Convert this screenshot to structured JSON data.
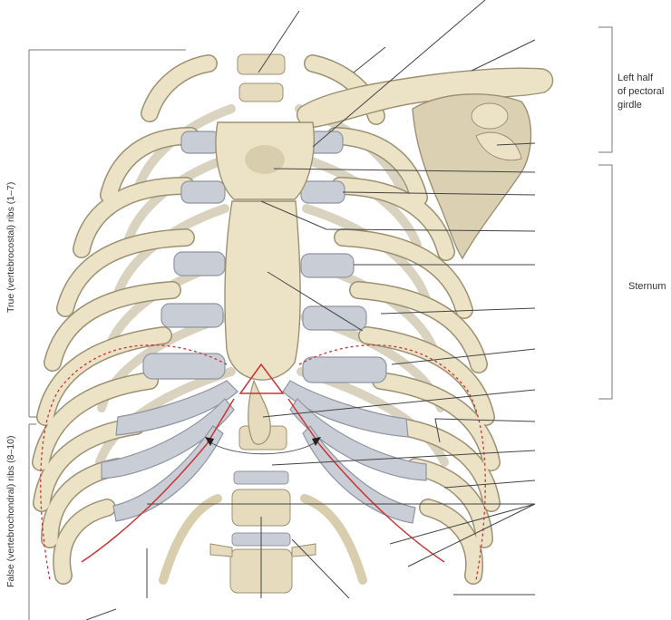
{
  "labels": {
    "pectoral_line1": "Left half",
    "pectoral_line2": "of pectoral",
    "pectoral_line3": "girdle",
    "sternum": "Sternum",
    "true_ribs": "True (vertebrocostal) ribs (1–7)",
    "false_ribs": "False (vertebrochondral) ribs (8–10)"
  },
  "colors": {
    "bone": "#ece3c6",
    "bone_shadow": "#c9bd98",
    "bone_outline": "#9c9072",
    "cartilage": "#c9cdd6",
    "cartilage_outline": "#8f94a1",
    "leader": "#444444",
    "bracket": "#7a7a7a",
    "infrasternal_angle": "#cc3333"
  }
}
